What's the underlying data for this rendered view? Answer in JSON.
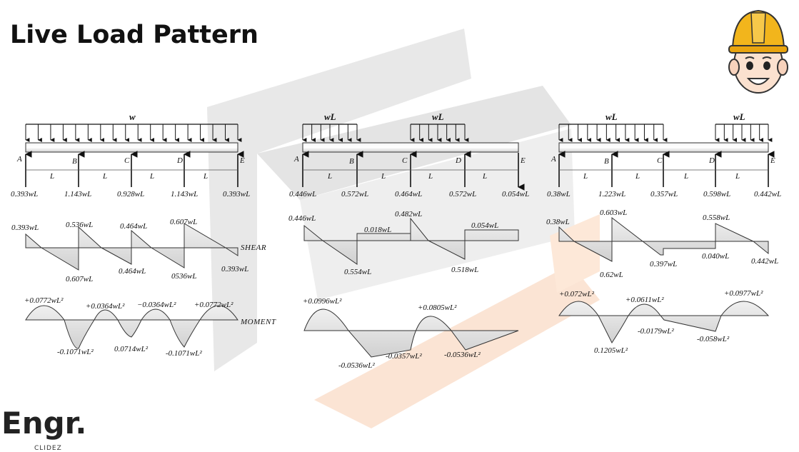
{
  "title": "Live Load Pattern",
  "captions": {
    "shear": "SHEAR",
    "moment": "MOMENT"
  },
  "colors": {
    "watermark_gray": "#e6e6e6",
    "watermark_orange": "#fbe3d2",
    "helmet": "#f2b51c"
  },
  "logo": {
    "main": "Engr.",
    "sub": "CLIDEZ"
  },
  "support_letters": [
    "A",
    "B",
    "C",
    "D",
    "E"
  ],
  "span_label": "L",
  "diagrams": [
    {
      "loads": [
        "w"
      ],
      "reactions": [
        "0.393wL",
        "1.143wL",
        "0.928wL",
        "1.143wL",
        "0.393wL"
      ],
      "shear_labels": [
        "0.393wL",
        "0.536wL",
        "0.464wL",
        "0.607wL",
        "0.607wL",
        "0.464wL",
        "0536wL",
        "0.393wL"
      ],
      "moment_labels": [
        "+0.0772wL²",
        "+0.0364wL²",
        "−0.0364wL²",
        "+0.0772wL²",
        "-0.1071wL²",
        "0.0714wL²",
        "-0.1071wL²"
      ]
    },
    {
      "loads": [
        "wL",
        "wL"
      ],
      "reactions": [
        "0.446wL",
        "0.572wL",
        "0.464wL",
        "0.572wL",
        "0.054wL"
      ],
      "shear_labels": [
        "0.446wL",
        "0.482wL",
        "0.018wL",
        "0.054wL",
        "0.554wL",
        "0.518wL"
      ],
      "moment_labels": [
        "+0.0996wL²",
        "+0.0805wL²",
        "-0.0536wL²",
        "-0.0357wL²",
        "-0.0536wL²"
      ]
    },
    {
      "loads": [
        "wL",
        "wL"
      ],
      "reactions": [
        "0.38wL",
        "1.223wL",
        "0.357wL",
        "0.598wL",
        "0.442wL"
      ],
      "shear_labels": [
        "0.38wL",
        "0.603wL",
        "0.558wL",
        "0.62wL",
        "0.397wL",
        "0.040wL",
        "0.442wL"
      ],
      "moment_labels": [
        "+0.072wL²",
        "+0.0611wL²",
        "+0.0977wL²",
        "0.1205wL²",
        "-0.0179wL²",
        "-0.058wL²"
      ]
    }
  ]
}
